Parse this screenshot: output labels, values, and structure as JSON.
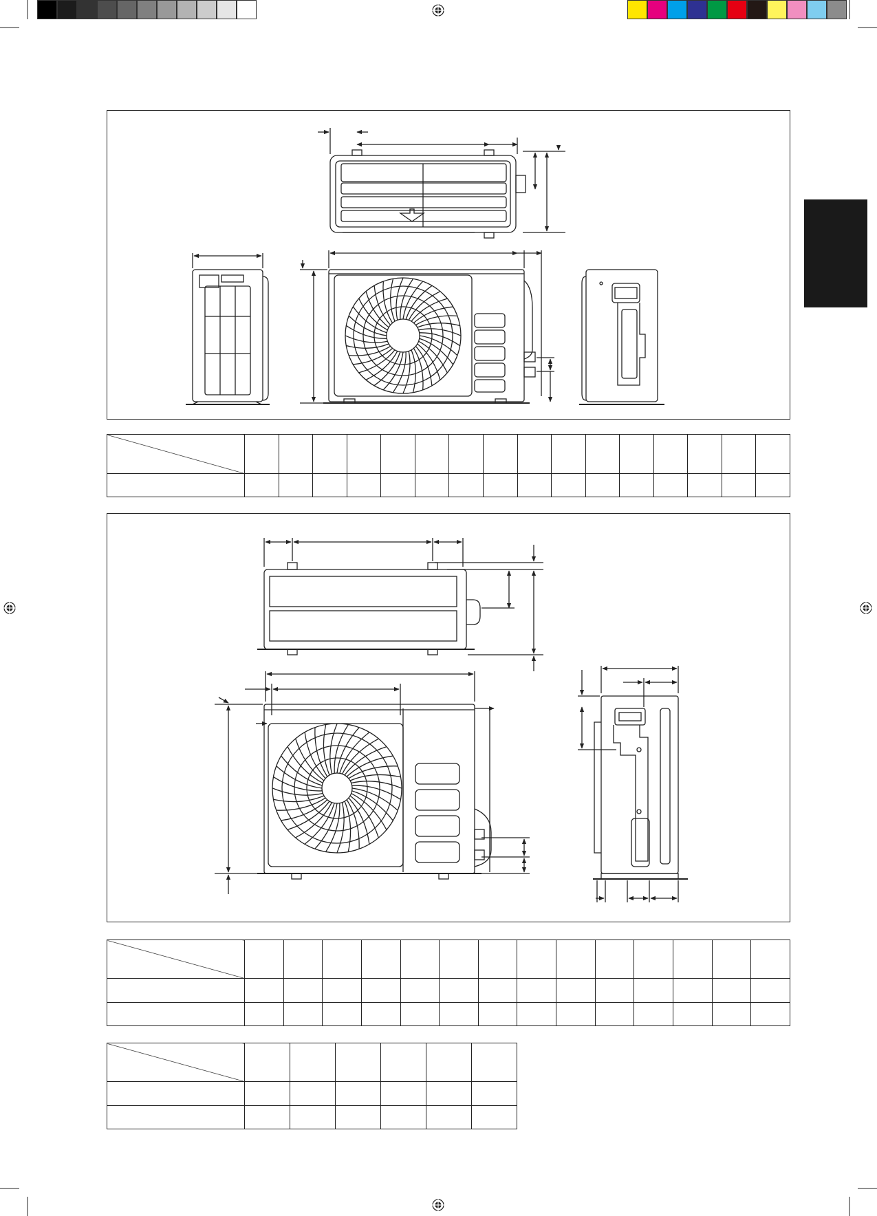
{
  "page": {
    "color_bars": {
      "grayscale": [
        "#000000",
        "#1c1c1c",
        "#333333",
        "#4d4d4d",
        "#666666",
        "#808080",
        "#999999",
        "#b3b3b3",
        "#cccccc",
        "#e6e6e6",
        "#ffffff"
      ],
      "process": [
        "#ffe600",
        "#e6007e",
        "#00a0e9",
        "#2e3192",
        "#009944",
        "#e60012",
        "#231815",
        "#fff45c",
        "#f18fc0",
        "#7fcdef",
        "#8c8c8c"
      ]
    },
    "side_tab_color": "#1a1a1a"
  },
  "figure_1": {
    "views": [
      "top-view",
      "left-side-view",
      "front-view",
      "right-side-view"
    ],
    "table": {
      "rows": 2,
      "columns": 17,
      "cells": []
    }
  },
  "figure_2": {
    "views": [
      "top-view",
      "front-view",
      "side-view"
    ],
    "table": {
      "rows": 3,
      "columns": 15,
      "cells": []
    }
  },
  "figure_3": {
    "table": {
      "rows": 3,
      "columns": 7,
      "cells": []
    }
  }
}
